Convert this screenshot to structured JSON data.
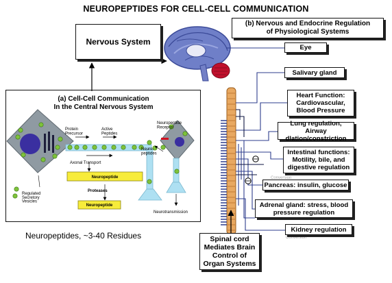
{
  "title": "NEUROPEPTIDES FOR CELL-CELL COMMUNICATION",
  "nervous_system": "Nervous System",
  "panel_b_title": "(b) Nervous and Endocrine Regulation\nof Physiological Systems",
  "panel_a_title": "(a) Cell-Cell Communication\nIn the Central Nervous System",
  "targets": [
    "Eye",
    "Salivary gland",
    "Heart Function:\nCardiovascular,\nBlood Pressure",
    "Lung regulation,\nAirway dlation/constriction",
    "Intestinal functions:\nMotility, bile, and\ndigestive regulation",
    "Pancreas: insulin, glucose",
    "Adrenal gland: stress, blood\npressure regulation",
    "Kidney regulation"
  ],
  "spinal_cord": "Spinal cord\nMediates Brain\nControl of\nOrgan Systems",
  "residues": "Neuropeptides, ~3-40 Residues",
  "cell_labels": {
    "protein_precursor": "Protein\nPrecursor",
    "active_peptides": "Active\nPeptides",
    "neuropeptide_receptor": "Neuropeptide\nReceptor",
    "neuro_peptides": "Neuro-\npeptides",
    "axonal_transport": "Axonal Transport",
    "neuropeptide_1": "Neuropeptide",
    "proteases": "Proteases",
    "neuropeptide_2": "Neuropeptide",
    "regulated_vesicles": "Regulated\nSecretory\nVesicles",
    "neurotransmission": "Neurotransmission"
  },
  "watermarks": [
    "Conversion",
    "Conversion"
  ],
  "colors": {
    "brain_blue": "#6f7fc8",
    "cerebellum": "#c0102c",
    "spinal_orange": "#e8a860",
    "vertebra_blue": "#2d3c8c",
    "cell_gray": "#8f9aa2",
    "nucleus": "#3a2fa0",
    "vesicle_green": "#7ec23a",
    "peptide_yellow": "#f7ec3a",
    "axon_blue": "#aee0f2"
  }
}
